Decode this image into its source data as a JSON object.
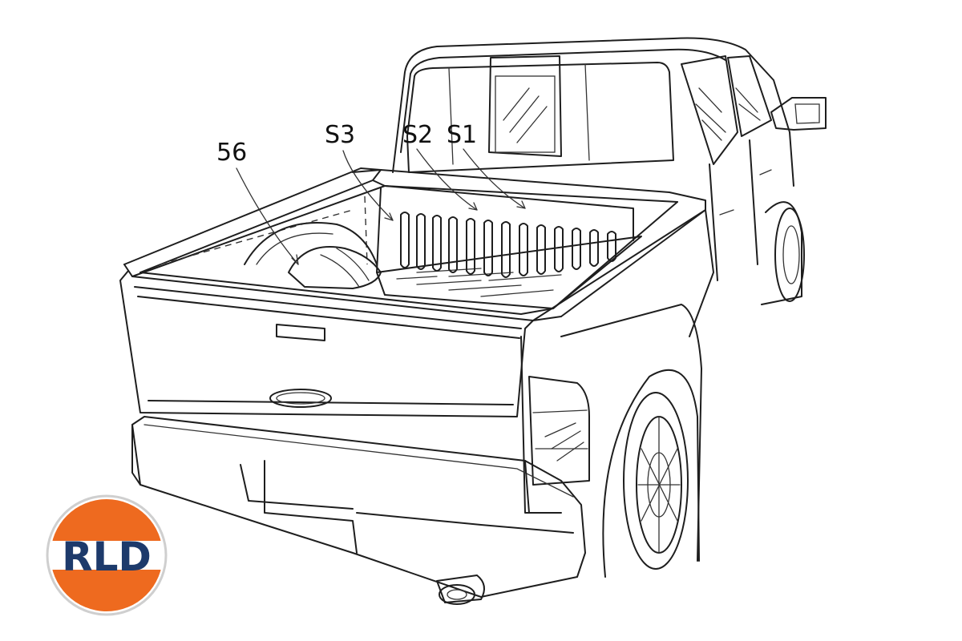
{
  "labels": {
    "ref_56": "56",
    "ref_s3": "S3",
    "ref_s2": "S2",
    "ref_s1": "S1"
  },
  "logo": {
    "text": "RLD",
    "colors": {
      "orange": "#ee6a1f",
      "navy": "#1d3a6b",
      "ring": "#cfcfcf"
    }
  }
}
